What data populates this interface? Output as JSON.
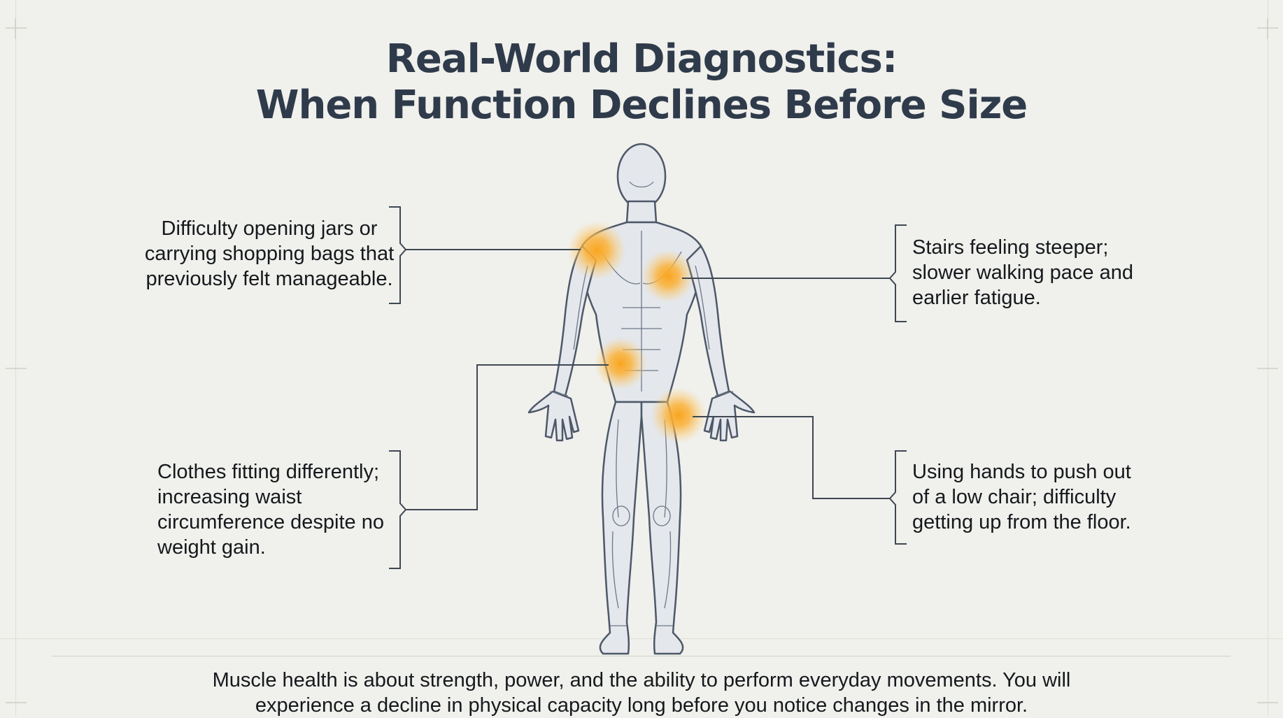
{
  "title": {
    "line1": "Real-World Diagnostics:",
    "line2": "When Function Declines Before Size"
  },
  "callouts": {
    "top_left": "Difficulty opening jars or carrying shopping bags that previously felt manageable.",
    "top_right": "Stairs feeling steeper; slower walking pace and earlier fatigue.",
    "bottom_left": "Clothes fitting differently; increasing waist circumference despite no weight gain.",
    "bottom_right": "Using hands to push out of a low chair; difficulty getting up from the floor."
  },
  "footer": {
    "line1": "Muscle health is about strength, power, and the ability to perform everyday movements. You will",
    "line2": "experience a decline in physical capacity long before you notice changes in the mirror."
  },
  "colors": {
    "background": "#f0f0ec",
    "title": "#2f3b4b",
    "line": "#3e4854",
    "hotspot": "#f7a21b",
    "figure_stroke": "#4d5868",
    "figure_fill": "#e4e7ec"
  }
}
